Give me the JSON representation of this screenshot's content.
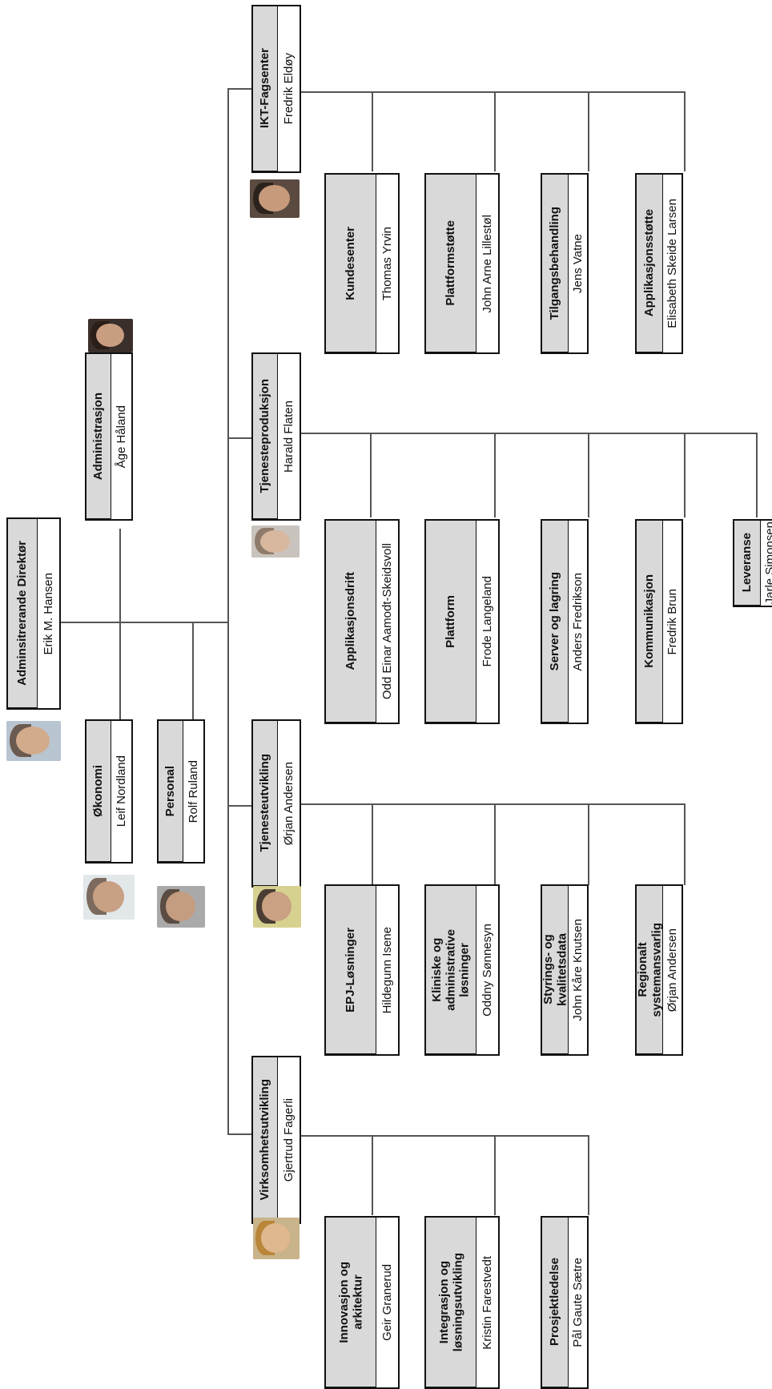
{
  "org_chart": {
    "root": {
      "title": "Adminsitrerande Direktør",
      "name": "Erik M. Hansen"
    },
    "staff": [
      {
        "title": "Administrasjon",
        "name": "Åge Håland"
      },
      {
        "title": "Økonomi",
        "name": "Leif Nordland"
      },
      {
        "title": "Personal",
        "name": "Rolf Ruland"
      }
    ],
    "departments": [
      {
        "title": "IKT-Fagsenter",
        "name": "Fredrik Eldøy",
        "units": [
          {
            "title": "Kundesenter",
            "name": "Thomas Yrvin"
          },
          {
            "title": "Plattformstøtte",
            "name": "John Arne Lillestøl"
          },
          {
            "title": "Tilgangsbehandling",
            "name": "Jens Vatne"
          },
          {
            "title": "Applikasjonsstøtte",
            "name": "Elisabeth Skeide Larsen"
          }
        ]
      },
      {
        "title": "Tjenesteproduksjon",
        "name": "Harald Flaten",
        "units": [
          {
            "title": "Applikasjonsdrift",
            "name": "Odd Einar Aamodt-Skeidsvoll"
          },
          {
            "title": "Plattform",
            "name": "Frode Langeland"
          },
          {
            "title": "Server og lagring",
            "name": "Anders Fredrikson"
          },
          {
            "title": "Kommunikasjon",
            "name": "Fredrik Brun"
          },
          {
            "title": "Leveranse",
            "name": "Jarle Simonsen"
          }
        ]
      },
      {
        "title": "Tjenesteutvikling",
        "name": "Ørjan Andersen",
        "units": [
          {
            "title": "EPJ-Løsninger",
            "name": "Hildegunn Isene"
          },
          {
            "title": "Kliniske og\nadministrative\nløsninger",
            "name": "Oddny Sønnesyn"
          },
          {
            "title": "Styrings- og\nkvalitetsdata",
            "name": "John Kåre Knutsen"
          },
          {
            "title": "Regionalt\nsystemansvarlig",
            "name": "Ørjan Andersen"
          }
        ]
      },
      {
        "title": "Virksomhetsutvikling",
        "name": "Gjertrud Fagerli",
        "units": [
          {
            "title": "Innovasjon og\narkitektur",
            "name": "Geir Granerud"
          },
          {
            "title": "Integrasjon og\nløsningsutvikling",
            "name": "Kristin Farestvedt"
          },
          {
            "title": "Prosjektledelse",
            "name": "Pål Gaute Sætre"
          }
        ]
      }
    ]
  }
}
